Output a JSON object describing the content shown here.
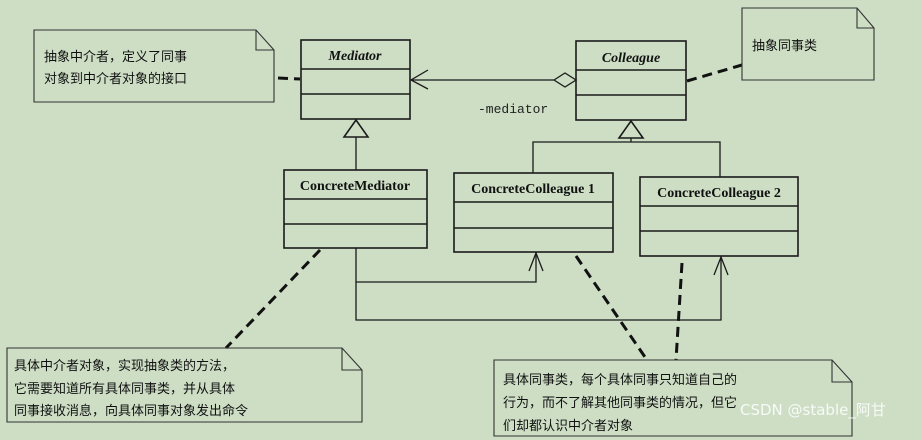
{
  "classes": {
    "mediator": "Mediator",
    "colleague": "Colleague",
    "concrete_mediator": "ConcreteMediator",
    "concrete_colleague_1": "ConcreteColleague 1",
    "concrete_colleague_2": "ConcreteColleague 2"
  },
  "association_role": "-mediator",
  "notes": {
    "mediator": [
      "抽象中介者，定义了同事",
      "对象到中介者对象的接口"
    ],
    "colleague": [
      "抽象同事类"
    ],
    "concrete_mediator": [
      "具体中介者对象，实现抽象类的方法，",
      "它需要知道所有具体同事类，并从具体",
      "同事接收消息，向具体同事对象发出命令"
    ],
    "concrete_colleague": [
      "具体同事类，每个具体同事只知道自己的",
      "行为，而不了解其他同事类的情况，但它",
      "们却都认识中介者对象"
    ]
  },
  "watermark": "CSDN @stable_阿甘"
}
